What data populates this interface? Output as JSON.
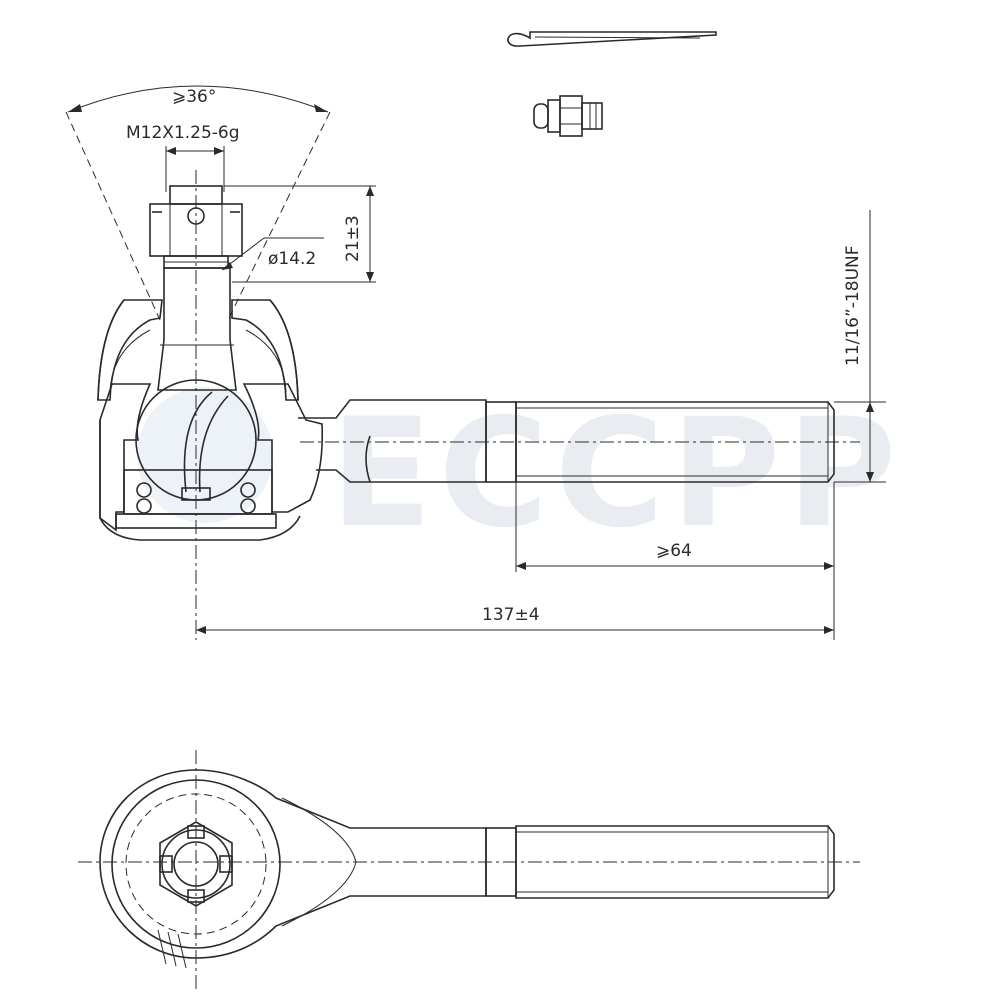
{
  "watermark": {
    "text": "ECCPP",
    "color": "#d8dfe8"
  },
  "dimensions": {
    "angle": "⩾36°",
    "thread_stud": "M12X1.25-6g",
    "diameter": "ø14.2",
    "stud_height": "21±3",
    "thread_shank": "11/16”-18UNF",
    "thread_length": "⩾64",
    "overall_length": "137±4"
  },
  "parts": {
    "cotter_pin": "cotter-pin",
    "grease_fitting": "grease-fitting",
    "castle_nut": "castle-nut",
    "ball_stud": "ball-stud",
    "housing": "housing",
    "threaded_shank": "threaded-shank"
  },
  "colors": {
    "line": "#2a2a2a",
    "background": "#ffffff"
  }
}
